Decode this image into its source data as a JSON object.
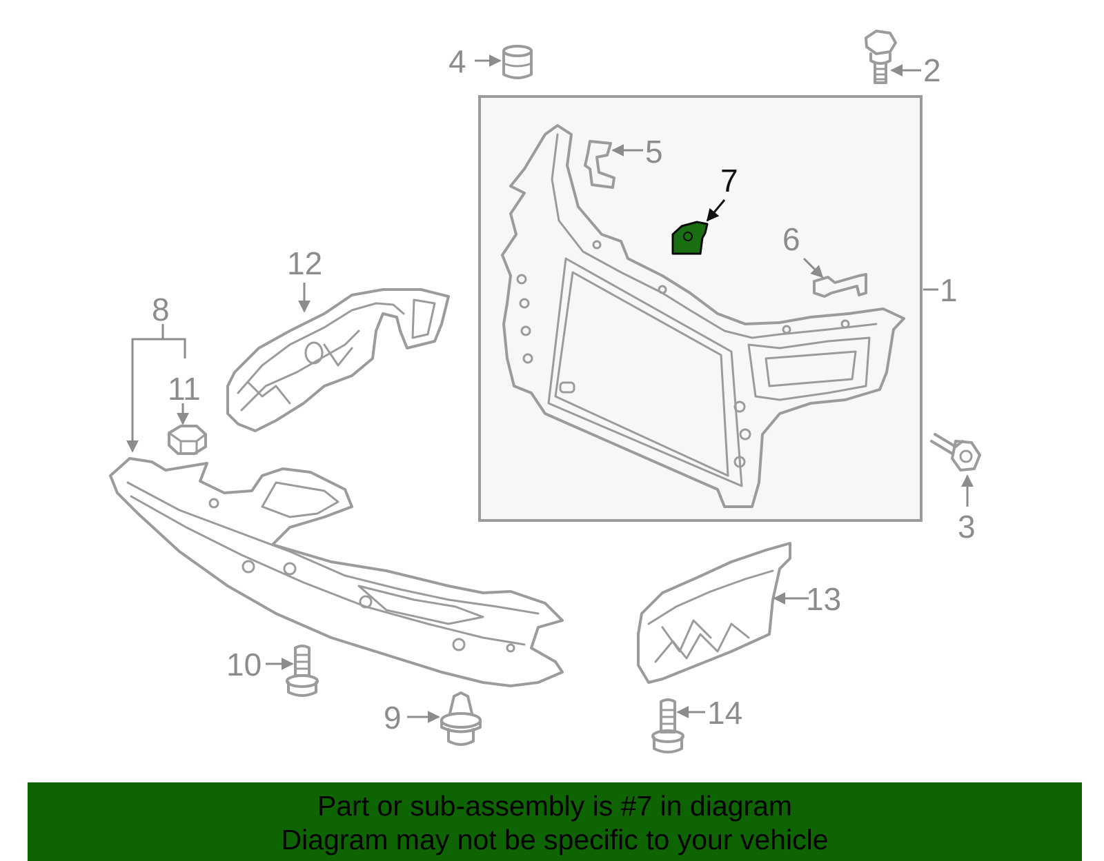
{
  "diagram": {
    "highlighted_part": "7",
    "highlight_color": "#1a6e12",
    "callouts": [
      {
        "id": "c1",
        "label": "1"
      },
      {
        "id": "c2",
        "label": "2"
      },
      {
        "id": "c3",
        "label": "3"
      },
      {
        "id": "c4",
        "label": "4"
      },
      {
        "id": "c5",
        "label": "5"
      },
      {
        "id": "c6",
        "label": "6"
      },
      {
        "id": "c7",
        "label": "7"
      },
      {
        "id": "c8",
        "label": "8"
      },
      {
        "id": "c9",
        "label": "9"
      },
      {
        "id": "c10",
        "label": "10"
      },
      {
        "id": "c11",
        "label": "11"
      },
      {
        "id": "c12",
        "label": "12"
      },
      {
        "id": "c13",
        "label": "13"
      },
      {
        "id": "c14",
        "label": "14"
      }
    ]
  },
  "banner": {
    "line1": "Part or sub-assembly is #7 in diagram",
    "line2": "Diagram may not be specific to your vehicle",
    "background": "#0e6400"
  }
}
